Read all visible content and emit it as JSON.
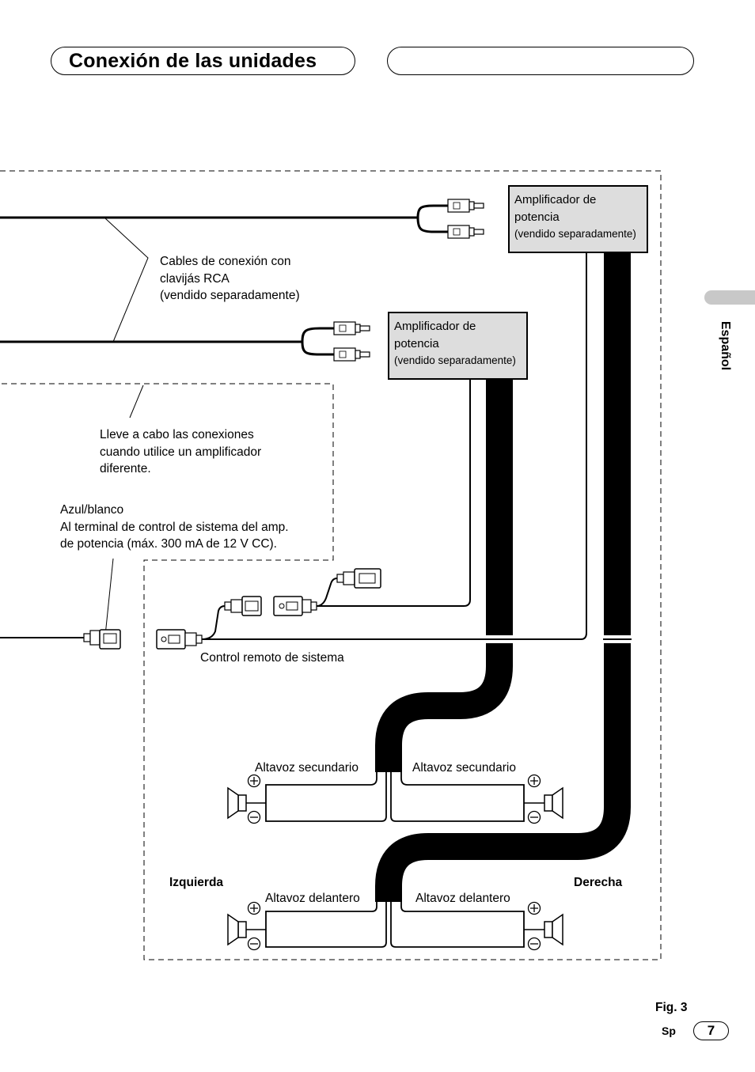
{
  "header": {
    "title": "Conexión de las unidades",
    "right_title": ""
  },
  "side_tab": {
    "language": "Español"
  },
  "amplifiers": [
    {
      "line1": "Amplificador de",
      "line2": "potencia",
      "line3": "(vendido separadamente)"
    },
    {
      "line1": "Amplificador de",
      "line2": "potencia",
      "line3": "(vendido separadamente)"
    }
  ],
  "labels": {
    "rca_cables": [
      "Cables de conexión con",
      "clavijás RCA",
      "(vendido separadamente)"
    ],
    "other_amp_note": [
      "Lleve a cabo las conexiones",
      "cuando utilice un amplificador",
      "diferente."
    ],
    "blue_white": [
      "Azul/blanco",
      "Al terminal de control de sistema del amp.",
      "de potencia (máx. 300 mA de 12 V CC)."
    ],
    "system_remote": "Control remoto de sistema",
    "rear_left": "Altavoz secundario",
    "rear_right": "Altavoz secundario",
    "front_left": "Altavoz delantero",
    "front_right": "Altavoz delantero",
    "left": "Izquierda",
    "right": "Derecha"
  },
  "footer": {
    "figure": "Fig. 3",
    "lang_code": "Sp",
    "page": "7"
  },
  "icons": [
    "rca-plug-icon",
    "connector-plug-icon",
    "speaker-icon",
    "plus-terminal-icon",
    "minus-terminal-icon"
  ]
}
